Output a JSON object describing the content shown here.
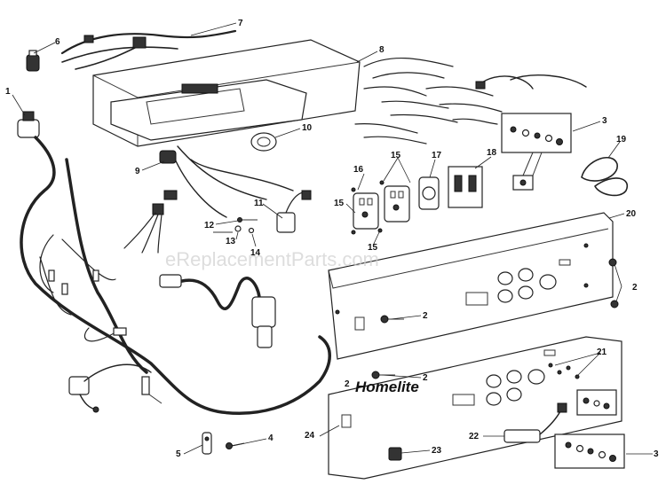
{
  "watermark": "eReplacementParts.com",
  "brand_logo": "Homelite",
  "callouts": [
    "1",
    "2",
    "2",
    "2",
    "2",
    "3",
    "3",
    "4",
    "5",
    "6",
    "7",
    "8",
    "9",
    "10",
    "11",
    "12",
    "13",
    "14",
    "15",
    "15",
    "15",
    "16",
    "17",
    "18",
    "19",
    "20",
    "21",
    "22",
    "23",
    "24"
  ],
  "colors": {
    "line": "#222222",
    "watermark": "#cfcfcf",
    "background": "#ffffff"
  }
}
